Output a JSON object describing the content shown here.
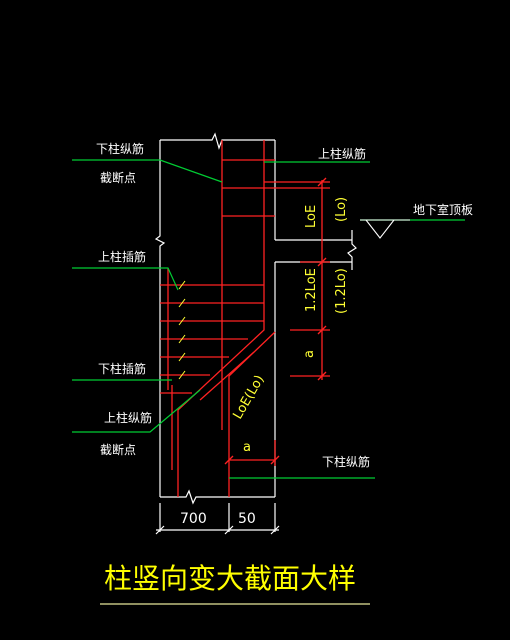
{
  "colors": {
    "background": "#000000",
    "outline": "#ffffff",
    "rebar": "#ff2222",
    "leader": "#00cc33",
    "dimension_text": "#ffff33",
    "title_text": "#ffff00",
    "title_underline": "#e6e699"
  },
  "labels": {
    "lower_bar_cut_1": "下柱纵筋",
    "lower_bar_cut_2": "截断点",
    "upper_main_bar": "上柱纵筋",
    "basement_slab": "地下室顶板",
    "upper_dowel": "上柱插筋",
    "lower_dowel": "下柱插筋",
    "upper_bar_cut_1": "上柱纵筋",
    "upper_bar_cut_2": "截断点",
    "lower_main_bar": "下柱纵筋"
  },
  "dimensions": {
    "loe": "LoE",
    "lo": "(Lo)",
    "loe_12": "1.2LoE",
    "lo_12": "(1.2Lo)",
    "a_vertical": "a",
    "loe_lo_slanted": "LoE(Lo)",
    "a_horizontal": "a",
    "width_700": "700",
    "width_50": "50"
  },
  "title": "柱竖向变大截面大样"
}
